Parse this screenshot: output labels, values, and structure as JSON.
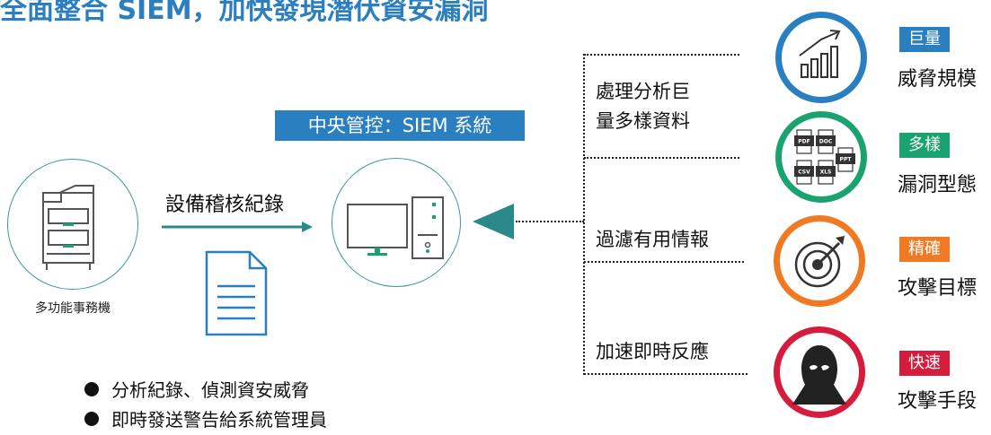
{
  "header": {
    "title": "全面整合 SIEM，加快發現潛伏資安漏洞"
  },
  "siem": {
    "title": "中央管控：SIEM 系統"
  },
  "device": {
    "label": "多功能事務機"
  },
  "flow": {
    "log_label": "設備稽核紀錄"
  },
  "steps": [
    {
      "line1": "處理分析巨",
      "line2": "量多樣資料"
    },
    {
      "line1": "過濾有用情報"
    },
    {
      "line1": "加速即時反應"
    }
  ],
  "bullets": [
    "分析紀錄、偵測資安威脅",
    "即時發送警告給系統管理員"
  ],
  "categories": [
    {
      "badge": "巨量",
      "text": "威脅規模",
      "icon": "growth-chart-icon",
      "color": "#2a7fc0"
    },
    {
      "badge": "多樣",
      "text": "漏洞型態",
      "icon": "file-types-icon",
      "color": "#1aa36f"
    },
    {
      "badge": "精確",
      "text": "攻擊目標",
      "icon": "target-icon",
      "color": "#f07a24"
    },
    {
      "badge": "快速",
      "text": "攻擊手段",
      "icon": "hacker-icon",
      "color": "#d61c3c"
    }
  ],
  "file_types": [
    "PDF",
    "DOC",
    "PPT",
    "CSV",
    "XLS"
  ],
  "colors": {
    "accent_blue": "#2a7fc0",
    "teal": "#2a8a8a"
  }
}
